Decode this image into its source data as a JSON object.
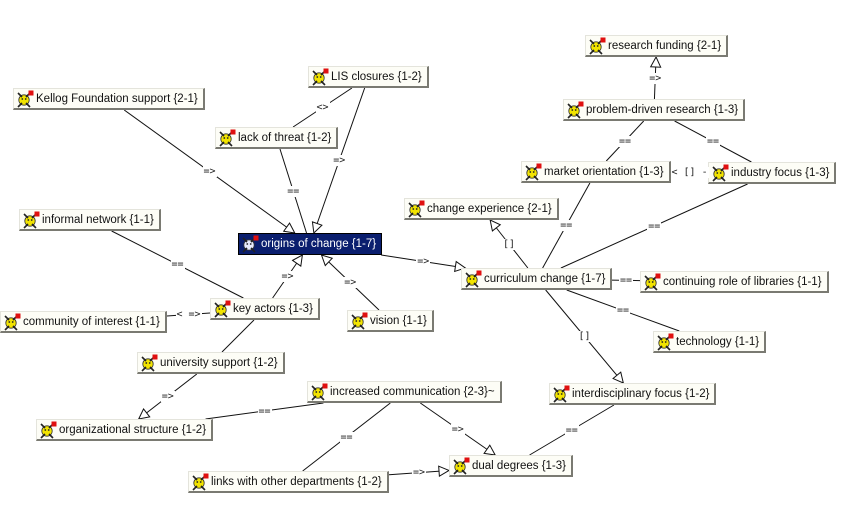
{
  "colors": {
    "line": "#111111",
    "node_bg": "#fdfdf6",
    "selected_bg": "#0a1e6e",
    "icon_yellow": "#f2e400",
    "icon_red": "#e01010"
  },
  "nodes": [
    {
      "id": "research-funding",
      "label": "research funding {2-1}"
    },
    {
      "id": "problem-driven-research",
      "label": "problem-driven research {1-3}"
    },
    {
      "id": "lis-closures",
      "label": "LIS closures {1-2}"
    },
    {
      "id": "kellog-foundation-support",
      "label": "Kellog Foundation support {2-1}"
    },
    {
      "id": "lack-of-threat",
      "label": "lack of threat {1-2}"
    },
    {
      "id": "market-orientation",
      "label": "market orientation {1-3}"
    },
    {
      "id": "industry-focus",
      "label": "industry focus {1-3}"
    },
    {
      "id": "change-experience",
      "label": "change experience {2-1}"
    },
    {
      "id": "informal-network",
      "label": "informal network {1-1}"
    },
    {
      "id": "origins-of-change",
      "label": "origins of change {1-7}",
      "selected": true
    },
    {
      "id": "curriculum-change",
      "label": "curriculum change {1-7}"
    },
    {
      "id": "continuing-role-of-libraries",
      "label": "continuing role of libraries {1-1}"
    },
    {
      "id": "community-of-interest",
      "label": "community of interest {1-1}"
    },
    {
      "id": "key-actors",
      "label": "key actors {1-3}"
    },
    {
      "id": "vision",
      "label": "vision {1-1}"
    },
    {
      "id": "technology",
      "label": "technology {1-1}"
    },
    {
      "id": "university-support",
      "label": "university support {1-2}"
    },
    {
      "id": "increased-communication",
      "label": "increased communication {2-3}~"
    },
    {
      "id": "interdisciplinary-focus",
      "label": "interdisciplinary focus {1-2}"
    },
    {
      "id": "organizational-structure",
      "label": "organizational structure {1-2}"
    },
    {
      "id": "links-with-other-departments",
      "label": "links with other departments {1-2}"
    },
    {
      "id": "dual-degrees",
      "label": "dual degrees {1-3}"
    }
  ],
  "edges": [
    {
      "from": "problem-driven-research",
      "to": "research-funding",
      "label": "=>",
      "arrow": true
    },
    {
      "from": "problem-driven-research",
      "to": "market-orientation",
      "label": "==",
      "arrow": false
    },
    {
      "from": "problem-driven-research",
      "to": "industry-focus",
      "label": "==",
      "arrow": false
    },
    {
      "from": "industry-focus",
      "to": "market-orientation",
      "label": "< [] -",
      "arrow": false
    },
    {
      "from": "industry-focus",
      "to": "curriculum-change",
      "label": "==",
      "arrow": false
    },
    {
      "from": "market-orientation",
      "to": "curriculum-change",
      "label": "==",
      "arrow": false
    },
    {
      "from": "curriculum-change",
      "to": "change-experience",
      "label": "[]",
      "arrow": true
    },
    {
      "from": "origins-of-change",
      "to": "curriculum-change",
      "label": "=>",
      "arrow": true
    },
    {
      "from": "curriculum-change",
      "to": "continuing-role-of-libraries",
      "label": "==",
      "arrow": false
    },
    {
      "from": "curriculum-change",
      "to": "technology",
      "label": "==",
      "arrow": false
    },
    {
      "from": "curriculum-change",
      "to": "interdisciplinary-focus",
      "label": "[]",
      "arrow": true
    },
    {
      "from": "kellog-foundation-support",
      "to": "origins-of-change",
      "label": "=>",
      "arrow": true
    },
    {
      "from": "lack-of-threat",
      "to": "lis-closures",
      "label": "<>",
      "arrow": false
    },
    {
      "from": "lack-of-threat",
      "to": "origins-of-change",
      "label": "==",
      "arrow": false
    },
    {
      "from": "lis-closures",
      "to": "origins-of-change",
      "label": "=>",
      "arrow": true
    },
    {
      "from": "informal-network",
      "to": "key-actors",
      "label": "==",
      "arrow": false
    },
    {
      "from": "key-actors",
      "to": "origins-of-change",
      "label": "=>",
      "arrow": true
    },
    {
      "from": "vision",
      "to": "origins-of-change",
      "label": "=>",
      "arrow": true
    },
    {
      "from": "key-actors",
      "to": "community-of-interest",
      "label": "< =>",
      "arrow": false
    },
    {
      "from": "key-actors",
      "to": "university-support",
      "label": "",
      "arrow": false
    },
    {
      "from": "university-support",
      "to": "organizational-structure",
      "label": "=>",
      "arrow": true
    },
    {
      "from": "increased-communication",
      "to": "organizational-structure",
      "label": "==",
      "arrow": false
    },
    {
      "from": "increased-communication",
      "to": "links-with-other-departments",
      "label": "==",
      "arrow": false
    },
    {
      "from": "increased-communication",
      "to": "dual-degrees",
      "label": "=>",
      "arrow": true
    },
    {
      "from": "links-with-other-departments",
      "to": "dual-degrees",
      "label": "=>",
      "arrow": true
    },
    {
      "from": "interdisciplinary-focus",
      "to": "dual-degrees",
      "label": "==",
      "arrow": false
    }
  ]
}
